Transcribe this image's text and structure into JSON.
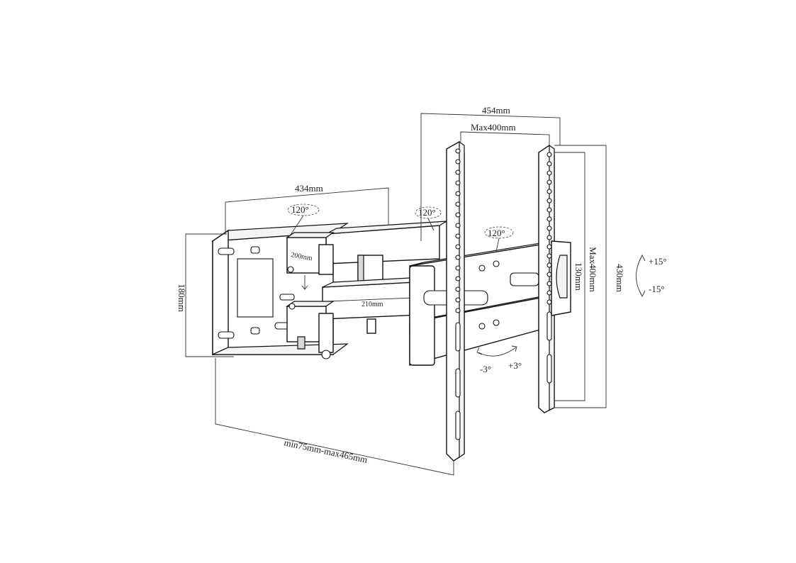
{
  "labels": {
    "wall_plate_width": "434mm",
    "wall_plate_height": "180mm",
    "arm_length_1": "200mm",
    "arm_length_2": "210mm",
    "extension": "min75mm-max465mm",
    "rail_span_outer": "454mm",
    "rail_span_inner": "Max400mm",
    "rail_height_outer": "430mm",
    "rail_height_inner": "Max400mm",
    "bracket_height": "130mm",
    "swivel_wall": "120°",
    "swivel_mid": "120°",
    "swivel_tv": "120°",
    "tilt_up": "+15°",
    "tilt_down": "-15°",
    "rotate_minus": "-3°",
    "rotate_plus": "+3°"
  },
  "icons": {
    "tilt": "tilt-arrow-icon",
    "rotate": "rotate-arrow-icon",
    "swivel": "swivel-arrow-icon"
  }
}
